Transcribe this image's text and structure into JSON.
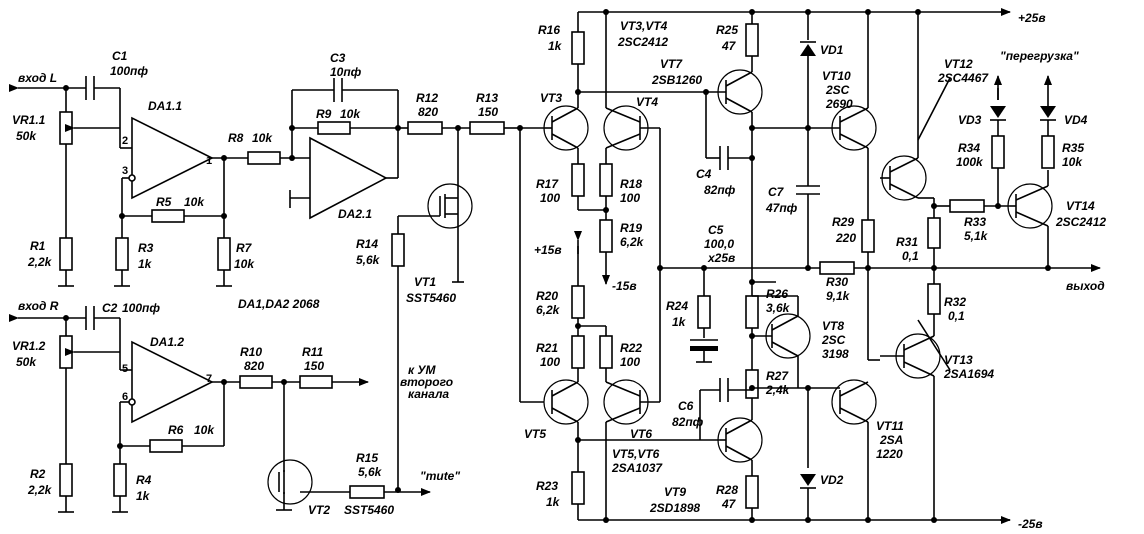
{
  "labels": {
    "in_L": "вход L",
    "in_R": "вход R",
    "out": "выход",
    "v_pos": "+25в",
    "v_neg": "-25в",
    "v15p": "+15в",
    "v15n": "-15в",
    "overload": "\"перегрузка\"",
    "mute": "\"mute\"",
    "to_amp": "к УМ второго канала",
    "da_note": "DA1,DA2   2068"
  },
  "components": {
    "C1": "C1",
    "C1v": "100пф",
    "C2": "C2",
    "C2v": "100пф",
    "C3": "C3",
    "C3v": "10пф",
    "C4": "C4",
    "C4v": "82пф",
    "C5": "C5",
    "C5v": "100,0 x25в",
    "C6": "C6",
    "C6v": "82пф",
    "C7": "C7",
    "C7v": "47пф",
    "VR11": "VR1.1",
    "VR11v": "50k",
    "VR12": "VR1.2",
    "VR12v": "50k",
    "R1": "R1",
    "R1v": "2,2k",
    "R2": "R2",
    "R2v": "2,2k",
    "R3": "R3",
    "R3v": "1k",
    "R4": "R4",
    "R4v": "1k",
    "R5": "R5",
    "R5v": "10k",
    "R6": "R6",
    "R6v": "10k",
    "R7": "R7",
    "R7v": "10k",
    "R8": "R8",
    "R8v": "10k",
    "R9": "R9",
    "R9v": "10k",
    "R10": "R10",
    "R10v": "820",
    "R11": "R11",
    "R11v": "150",
    "R12": "R12",
    "R12v": "820",
    "R13": "R13",
    "R13v": "150",
    "R14": "R14",
    "R14v": "5,6k",
    "R15": "R15",
    "R15v": "5,6k",
    "R16": "R16",
    "R16v": "1k",
    "R17": "R17",
    "R17v": "100",
    "R18": "R18",
    "R18v": "100",
    "R19": "R19",
    "R19v": "6,2k",
    "R20": "R20",
    "R20v": "6,2k",
    "R21": "R21",
    "R21v": "100",
    "R22": "R22",
    "R22v": "100",
    "R23": "R23",
    "R23v": "1k",
    "R24": "R24",
    "R24v": "1k",
    "R25": "R25",
    "R25v": "47",
    "R26": "R26",
    "R26v": "3,6k",
    "R27": "R27",
    "R27v": "2,4k",
    "R28": "R28",
    "R28v": "47",
    "R29": "R29",
    "R29v": "220",
    "R30": "R30",
    "R30v": "9,1k",
    "R31": "R31",
    "R31v": "0,1",
    "R32": "R32",
    "R32v": "0,1",
    "R33": "R33",
    "R33v": "5,1k",
    "R34": "R34",
    "R34v": "100k",
    "R35": "R35",
    "R35v": "10k",
    "DA11": "DA1.1",
    "DA12": "DA1.2",
    "DA21": "DA2.1",
    "VT1": "VT1",
    "VT1v": "SST5460",
    "VT2": "VT2",
    "VT2v": "SST5460",
    "VT3": "VT3",
    "VT4": "VT4",
    "VT34": "VT3,VT4",
    "VT34v": "2SC2412",
    "VT5": "VT5",
    "VT6": "VT6",
    "VT56": "VT5,VT6",
    "VT56v": "2SA1037",
    "VT7": "VT7",
    "VT7v": "2SB1260",
    "VT8": "VT8",
    "VT8v1": "2SC",
    "VT8v2": "3198",
    "VT9": "VT9",
    "VT9v": "2SD1898",
    "VT10": "VT10",
    "VT10v1": "2SC",
    "VT10v2": "2690",
    "VT11": "VT11",
    "VT11v1": "2SA",
    "VT11v2": "1220",
    "VT12": "VT12",
    "VT12v": "2SC4467",
    "VT13": "VT13",
    "VT13v": "2SA1694",
    "VT14": "VT14",
    "VT14v": "2SC2412",
    "VD1": "VD1",
    "VD2": "VD2",
    "VD3": "VD3",
    "VD4": "VD4"
  },
  "pins": {
    "p1": "1",
    "p2": "2",
    "p3": "3",
    "p5": "5",
    "p6": "6",
    "p7": "7"
  }
}
